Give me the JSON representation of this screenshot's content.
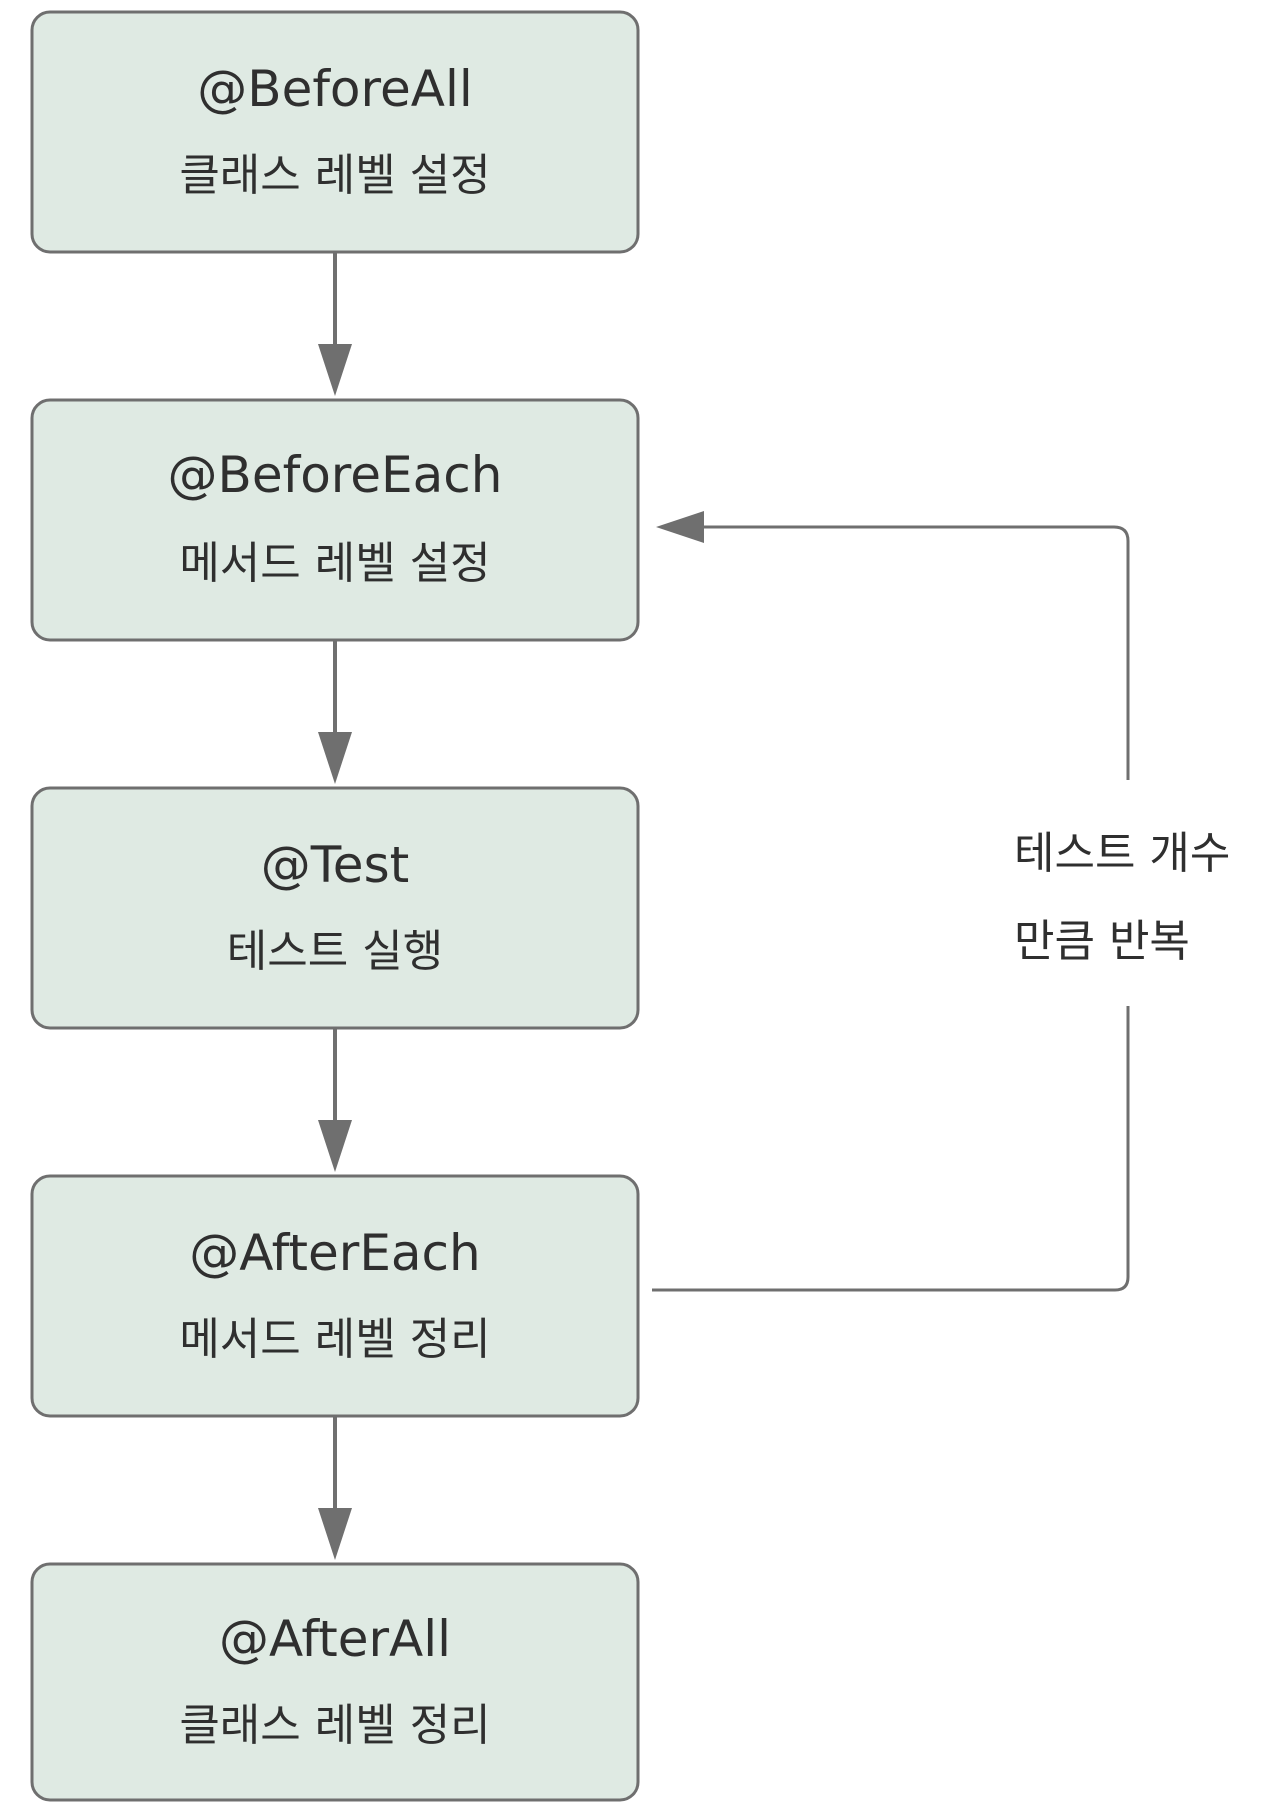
{
  "colors": {
    "node_fill": "#dfeae3",
    "node_stroke": "#6f6f6f",
    "arrow": "#6f6f6f",
    "text": "#2f2f2f"
  },
  "nodes": [
    {
      "title": "@BeforeAll",
      "subtitle": "클래스 레벨 설정"
    },
    {
      "title": "@BeforeEach",
      "subtitle": "메서드 레벨 설정"
    },
    {
      "title": "@Test",
      "subtitle": "테스트 실행"
    },
    {
      "title": "@AfterEach",
      "subtitle": "메서드 레벨 정리"
    },
    {
      "title": "@AfterAll",
      "subtitle": "클래스 레벨 정리"
    }
  ],
  "loop_label": {
    "line1": "테스트 개수",
    "line2": "만큼 반복"
  }
}
